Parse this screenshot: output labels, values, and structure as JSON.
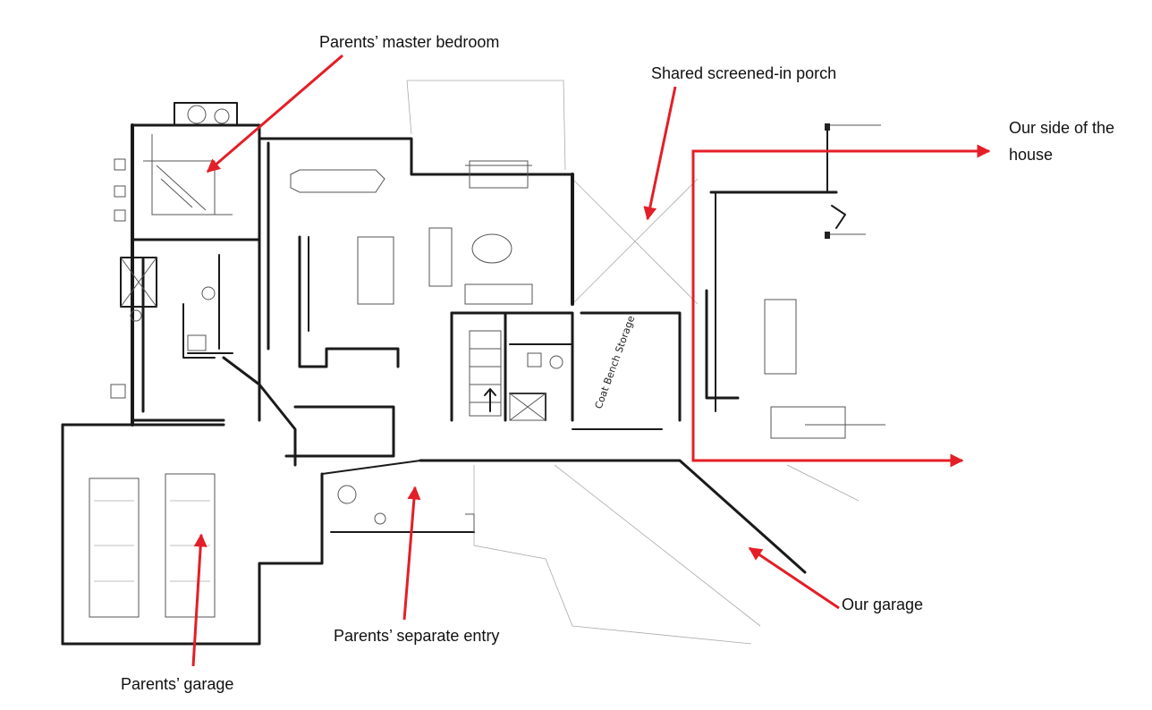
{
  "labels": {
    "parents_master_bedroom": "Parents’ master bedroom",
    "shared_screened_porch": "Shared screened-in porch",
    "our_side_of_house": "Our side of the house",
    "our_garage": "Our garage",
    "parents_separate_entry": "Parents’ separate entry",
    "parents_garage": "Parents’ garage"
  },
  "sketch_note": "Coat Bench Storage",
  "colors": {
    "annotation_red": "#e41e26",
    "sketch_ink": "#1a1a1a"
  }
}
